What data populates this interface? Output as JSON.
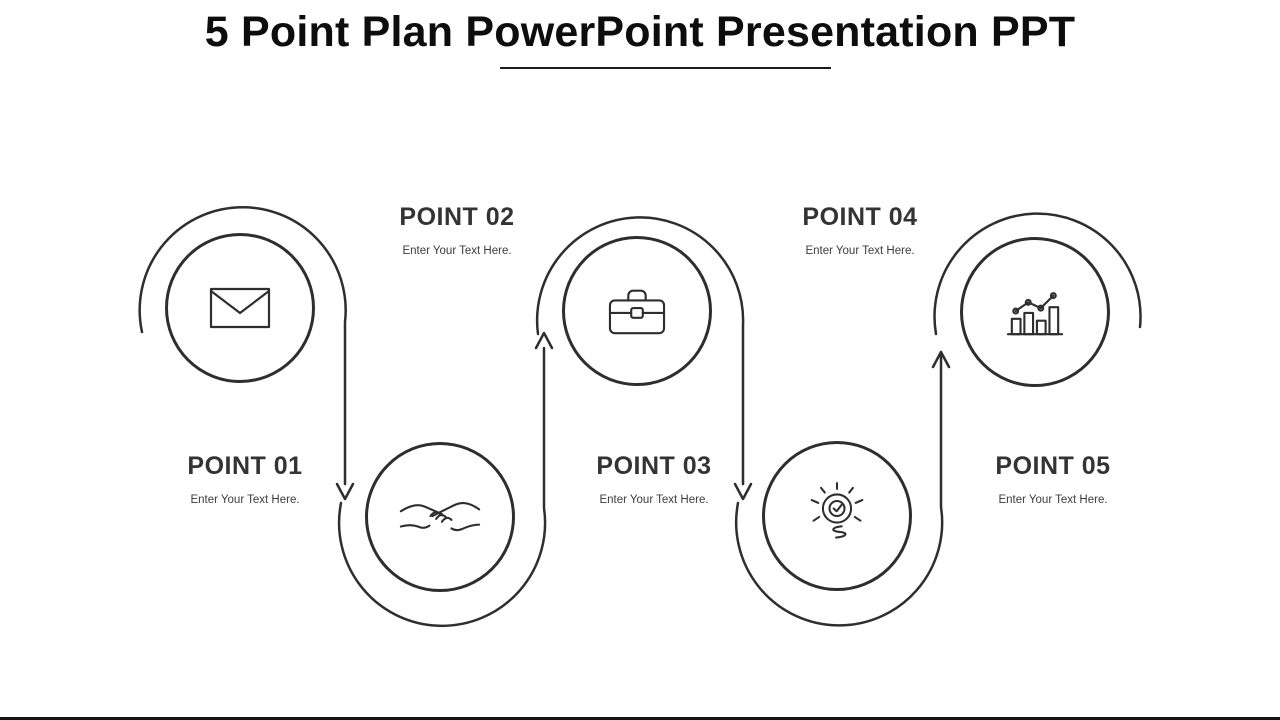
{
  "slide": {
    "title": "5 Point Plan PowerPoint Presentation PPT",
    "points": [
      {
        "label": "POINT 01",
        "placeholder": "Enter Your Text Here.",
        "icon": "envelope-icon"
      },
      {
        "label": "POINT 02",
        "placeholder": "Enter Your Text Here.",
        "icon": "handshake-icon"
      },
      {
        "label": "POINT 03",
        "placeholder": "Enter Your Text Here.",
        "icon": "briefcase-icon"
      },
      {
        "label": "POINT 04",
        "placeholder": "Enter Your Text Here.",
        "icon": "lightbulb-check-icon"
      },
      {
        "label": "POINT 05",
        "placeholder": "Enter Your Text Here.",
        "icon": "bar-chart-growth-icon"
      }
    ],
    "colors": {
      "line": "#2e2e2e",
      "title_text": "#0d0d0d",
      "label_text": "#333333",
      "background": "#ffffff"
    }
  }
}
